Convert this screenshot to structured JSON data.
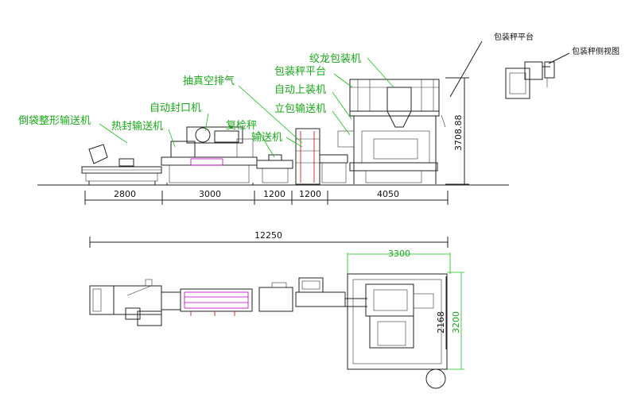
{
  "side_view_labels": {
    "reverse_bag_shaping_conveyor": "倒袋整形输送机",
    "heat_seal_conveyor": "热封输送机",
    "auto_sealer": "自动封口机",
    "vacuum_exhaust": "抽真空排气",
    "check_weigher": "复检秤",
    "conveyor": "输送机",
    "auger_packer": "绞龙包装机",
    "scale_platform": "包装秤平台",
    "auto_bag_loader": "自动上装机",
    "upright_bag_conveyor": "立包输送机"
  },
  "inset_labels": {
    "scale_platform": "包装秤平台",
    "scale_side_view": "包装秤侧视图"
  },
  "dimensions": {
    "seg1": "2800",
    "seg2": "3000",
    "seg3": "1200",
    "seg4": "1200",
    "seg5": "4050",
    "height": "3708.88",
    "total_length": "12250",
    "plan_width": "3300",
    "plan_depth_outer": "3200",
    "plan_depth_inner": "2168"
  },
  "colors": {
    "annotation": "#18a918",
    "line": "#222222",
    "magenta": "#c000c0",
    "red": "#d00000"
  }
}
